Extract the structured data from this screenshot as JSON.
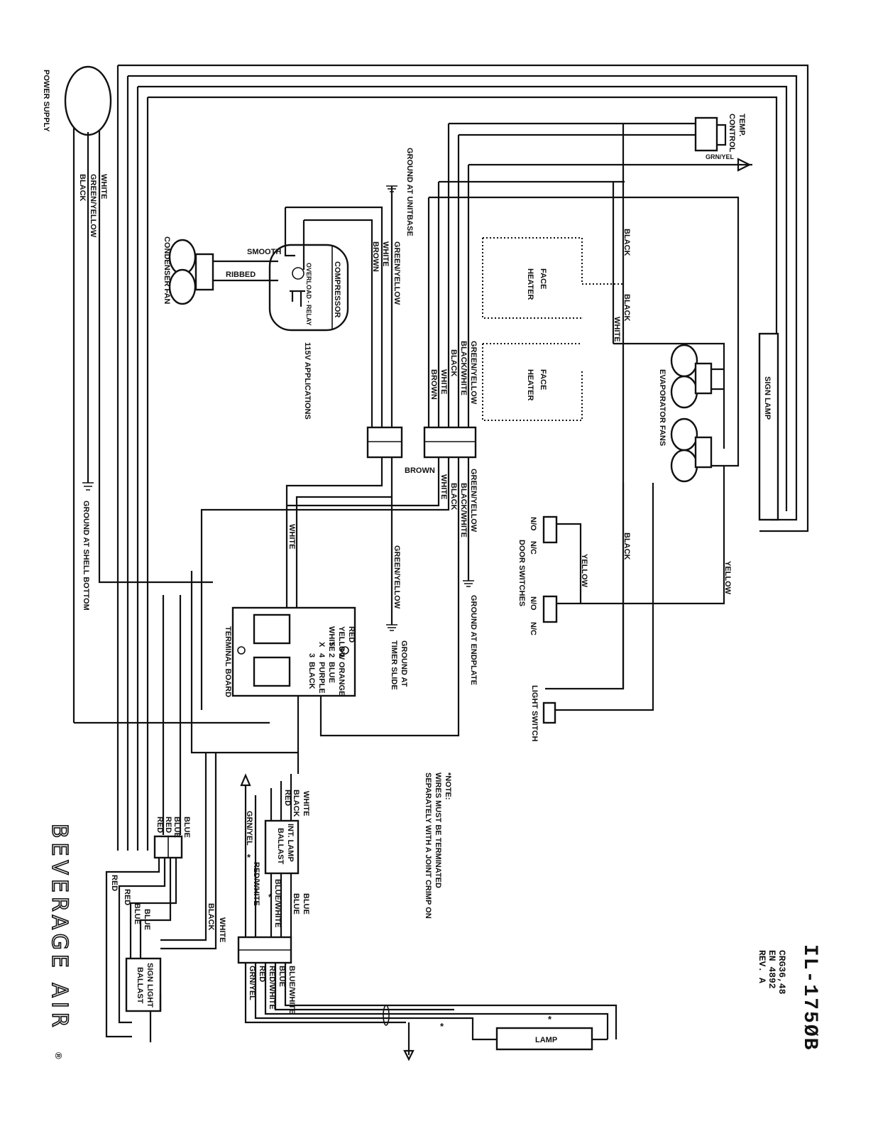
{
  "title_block": {
    "model": "IL-175ØB",
    "ref_line1": "CRG36,48",
    "ref_line2": "EN 4892",
    "ref_line3": "REV. A",
    "brand": "BEVERAGE AIR",
    "brand_mark": "®"
  },
  "labels": {
    "power_supply": "POWER SUPPLY",
    "white": "WHITE",
    "green_yellow": "GREEN/YELLOW",
    "black": "BLACK",
    "ground_shell": "GROUND AT SHELL BOTTOM",
    "ground_unitbase": "GROUND AT UNITBASE",
    "ground_endplate": "GROUND AT ENDPLATE",
    "ground_timer_1": "GROUND AT",
    "ground_timer_2": "TIMER SLIDE",
    "condenser_fan": "CONDENSER FAN",
    "smooth": "SMOOTH",
    "ribbed": "RIBBED",
    "compressor": "COMPRESSOR",
    "overload_relay": "OVERLOAD - RELAY",
    "applications": "115V APPLICATIONS",
    "face_heater_1": "FACE",
    "face_heater_2": "HEATER",
    "evaporator_fans": "EVAPORATOR FANS",
    "sign_lamp": "SIGN LAMP",
    "temp_control_1": "TEMP.",
    "temp_control_2": "CONTROL",
    "grn_yel": "GRN/YEL",
    "brown": "BROWN",
    "black_white": "BLACK/WHITE",
    "yellow": "YELLOW",
    "door_switches": "DOOR SWITCHES",
    "no": "N/O",
    "nc": "N/C",
    "light_switch": "LIGHT SWITCH",
    "terminal_board": "TERMINAL BOARD",
    "tb_red": "RED",
    "tb_yellow": "YELLOW",
    "tb_white": "WHITE",
    "tb_orange": "ORANGE",
    "tb_blue": "BLUE",
    "tb_purple": "PURPLE",
    "tb_black": "BLACK",
    "tb_n0": "0",
    "tb_n1": "1",
    "tb_n2": "2",
    "tb_n3": "3",
    "tb_n4": "4",
    "tb_n5": "5",
    "tb_nx": "X",
    "note_1": "*NOTE:",
    "note_2": "WIRES MUST BE TERMINATED",
    "note_3": "SEPARATELY WITH A JOINT CRIMP ON",
    "int_lamp_ballast_1": "INT. LAMP",
    "int_lamp_ballast_2": "BALLAST",
    "sign_light_ballast_1": "SIGN LIGHT",
    "sign_light_ballast_2": "BALLAST",
    "lamp": "LAMP",
    "blue": "BLUE",
    "red": "RED",
    "red_white": "RED/WHITE",
    "blue_white": "BLUE/WHITE",
    "asterisk": "*"
  }
}
